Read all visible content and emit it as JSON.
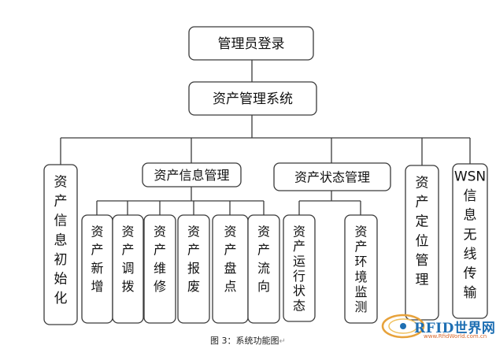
{
  "nodes": {
    "login": "管理员登录",
    "system": "资产管理系统",
    "init": "资产信息初始化",
    "info": "资产信息管理",
    "status": "资产状态管理",
    "location": "资产定位管理",
    "wsn_prefix": "WSN",
    "wsn_rest": "信息无线传输",
    "new": "资产新增",
    "transfer": "资产调拨",
    "repair": "资产维修",
    "scrap": "资产报废",
    "inventory": "资产盘点",
    "flow": "资产流向",
    "running": "资产运行状态",
    "environment": "资产环境监测"
  },
  "caption": "图 3：系统功能图",
  "caption_mark": "↵",
  "watermark": {
    "text": "RFID世界网",
    "url": "www.RfidWorld.com.cn"
  }
}
